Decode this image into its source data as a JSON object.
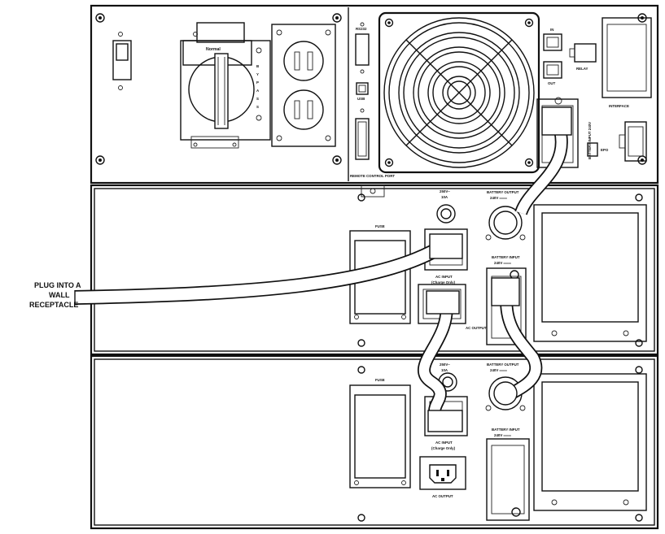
{
  "labels": {
    "wall_line1": "PLUG INTO A",
    "wall_line2": "WALL",
    "wall_line3": "RECEPTACLE",
    "bypass_normal": "Normal",
    "bypass_letters": [
      "B",
      "Y",
      "P",
      "A",
      "S",
      "S"
    ],
    "remote_control_port": "REMOTE CONTROL PORT",
    "rs232": "RS232",
    "usb": "USB",
    "relay_in": "IN",
    "relay_out": "OUT",
    "relay_label": "RELAY",
    "interface": "INTERFACE",
    "epo": "EPO",
    "battery_input_side": "BATTERY INPUT 240V",
    "fuse": "FUSE",
    "rating_line1": "250V~",
    "rating_line2": "10A",
    "battery_output_line1": "BATTERY OUTPUT",
    "battery_output_line2": "240V ═══",
    "battery_input_line1": "BATTERY INPUT",
    "battery_input_line2": "240V ═══",
    "ac_input_line1": "AC INPUT",
    "ac_input_line2": "(Charge Only)",
    "ac_output": "AC OUTPUT"
  },
  "colors": {
    "line": "#111111",
    "background": "#ffffff",
    "panel_fill": "#ffffff"
  },
  "icons": [
    "fan-grille-icon",
    "screw-icon",
    "power-switch-icon",
    "rotary-bypass-switch-icon",
    "iec-outlet-icon",
    "connector-port-icon"
  ]
}
